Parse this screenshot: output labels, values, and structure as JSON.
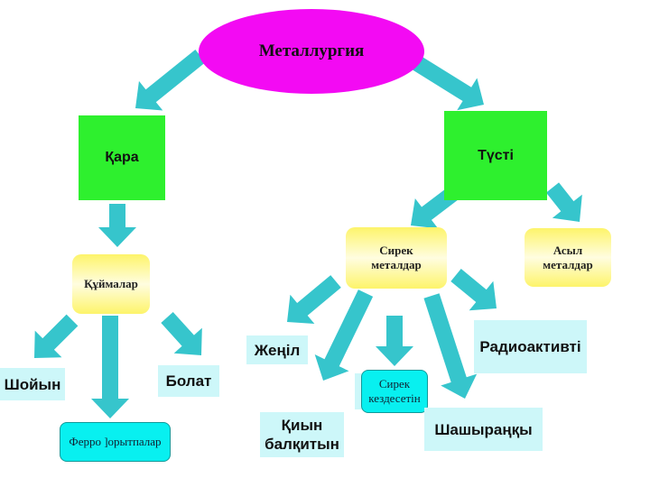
{
  "root": "Металлургия",
  "kara": "Қара",
  "tusti": "Түсті",
  "kuimalar": "Құймалар",
  "sirek_metaldar": [
    "Сирек",
    "металдар"
  ],
  "asyl_metaldar": [
    "Асыл",
    "металдар"
  ],
  "shoiyn": "Шойын",
  "bolat": "Болат",
  "ferro": "Ферро ]орытпалар",
  "zhenil": "Жеңіл",
  "kiyn": [
    "Қиын",
    "балқитын"
  ],
  "sirek_kezdesetin": [
    "Сирек",
    "кездесетін"
  ],
  "shashyranky": "Шашыраңқы",
  "radioaktivti": "Радиоактивті",
  "colors": {
    "arrow": "#36c5cc",
    "green": "#2ef02e",
    "magenta": "#f30af3"
  }
}
